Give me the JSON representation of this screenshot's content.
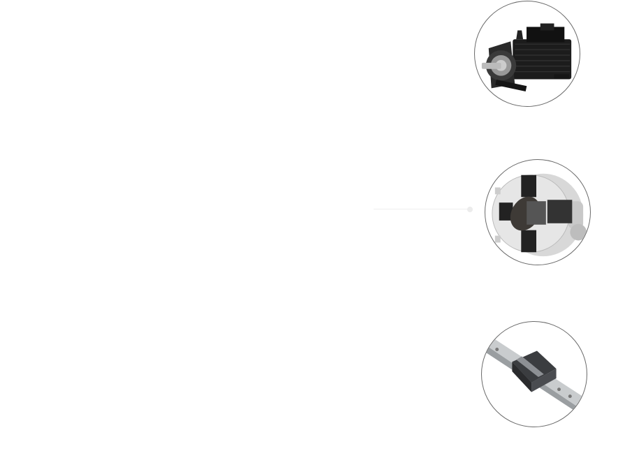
{
  "colors": {
    "border": "#6a6a6a",
    "connector": "#eeeeee",
    "background": "#ffffff"
  },
  "products": [
    {
      "name": "servo-motor"
    },
    {
      "name": "hollow-chuck-cutaway"
    },
    {
      "name": "linear-guide-rail"
    }
  ]
}
